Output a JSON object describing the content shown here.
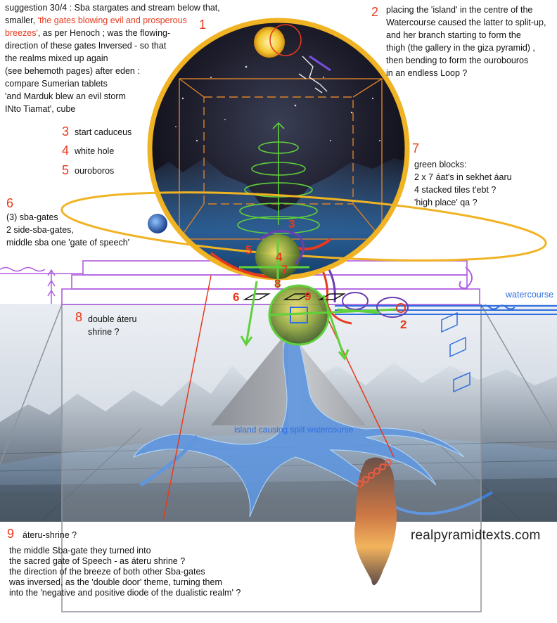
{
  "note1": {
    "lines": [
      "suggestion 30/4 : Sba stargates and stream below that,",
      "smaller,",
      "'the gates blowing evil and prosperous",
      "breezes'",
      ", as per Henoch ; was the flowing-",
      "direction of these gates Inversed - so that",
      "the realms mixed up again",
      "(see behemoth pages) after eden :",
      "compare Sumerian tablets",
      "'and Marduk blew an evil storm",
      "INto Tiamat', cube"
    ],
    "number": "1"
  },
  "note2": {
    "number": "2",
    "lines": [
      "placing the 'island' in the centre of the",
      "Watercourse caused the latter to split-up,",
      "and her branch starting to form the",
      "thigh (the gallery in the giza pyramid) ,",
      "then bending to form the ourobouros",
      "in an endless Loop  ?"
    ]
  },
  "legend": [
    {
      "num": "3",
      "label": "start caduceus"
    },
    {
      "num": "4",
      "label": "white hole"
    },
    {
      "num": "5",
      "label": "ouroboros"
    }
  ],
  "note6": {
    "number": "6",
    "lines": [
      "(3) sba-gates",
      "2 side-sba-gates,",
      "middle sba one 'gate of speech'"
    ]
  },
  "note7": {
    "number": "7",
    "lines": [
      "green blocks:",
      "2 x 7 áat's in sekhet áaru",
      "4 stacked tiles t'ebt ?",
      "'high place' qa ?"
    ]
  },
  "note8": {
    "number": "8",
    "lines": [
      "double áteru",
      "shrine ?"
    ]
  },
  "note9": {
    "number": "9",
    "title": "áteru-shrine ?",
    "lines": [
      "the middle Sba-gate they turned into",
      "the sacred gate of Speech - as áteru shrine ?",
      "the direction of the breeze of both other Sba-gates",
      "was inversed, as the 'double door' theme, turning them",
      "into the 'negative and positive diode of the dualistic realm' ?"
    ]
  },
  "diagram_labels": {
    "watercourse": "watercourse",
    "island": "island causing split watercourse",
    "n2": "2",
    "n3": "3",
    "n4": "4",
    "n5": "5",
    "n6": "6",
    "n7": "7",
    "n8": "8",
    "n9": "9"
  },
  "site": "realpyramidtexts.com",
  "colors": {
    "annotation_red": "#e8391c",
    "orbit_gold": "#f0b323",
    "water_blue": "#2f6fe0",
    "gate_purple": "#b15ce0",
    "block_green": "#5fd13a"
  }
}
